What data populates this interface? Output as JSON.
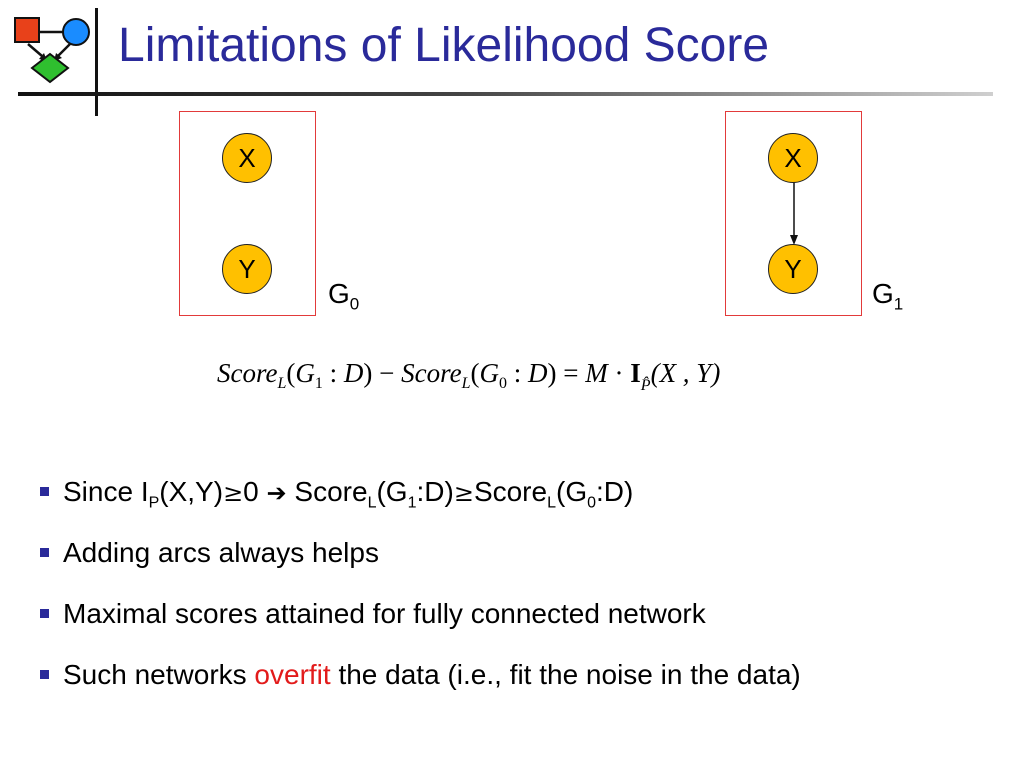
{
  "title": "Limitations of Likelihood Score",
  "graphs": {
    "g0": {
      "label": "G",
      "sub": "0",
      "node_x": "X",
      "node_y": "Y"
    },
    "g1": {
      "label": "G",
      "sub": "1",
      "node_x": "X",
      "node_y": "Y"
    }
  },
  "formula": {
    "score": "Score",
    "sub_l": "L",
    "open": "(",
    "g": "G",
    "sub_1": "1",
    "sub_0": "0",
    "colon": " : ",
    "d": "D",
    "close": ")",
    "minus": " − ",
    "equals": " = ",
    "m": "M",
    "dot": " · ",
    "i": "I",
    "p_hat": "P̂",
    "args": "(X , Y)"
  },
  "bullets": {
    "b1": {
      "since": "Since I",
      "sub_p": "P",
      "xy": "(X,Y)",
      "geq": "≥",
      "zero": "0 ",
      "arrow": "➔",
      "score": " Score",
      "sub_l": "L",
      "g_open": "(G",
      "sub_1": "1",
      "d_close": ":D)",
      "geq2": "≥",
      "score2": "Score",
      "sub_l2": "L",
      "g_open2": "(G",
      "sub_0": "0",
      "d_close2": ":D)"
    },
    "b2": "Adding arcs always helps",
    "b3": "Maximal scores attained for fully connected network",
    "b4": {
      "pre": "Such networks ",
      "highlight": "overfit",
      "post": " the data (i.e., fit the noise in the data)"
    }
  },
  "colors": {
    "title": "#2a2a9a",
    "box": "#e23a3a",
    "node": "#ffc000",
    "highlight": "#e21b1b",
    "bullet": "#2a2a9a"
  }
}
